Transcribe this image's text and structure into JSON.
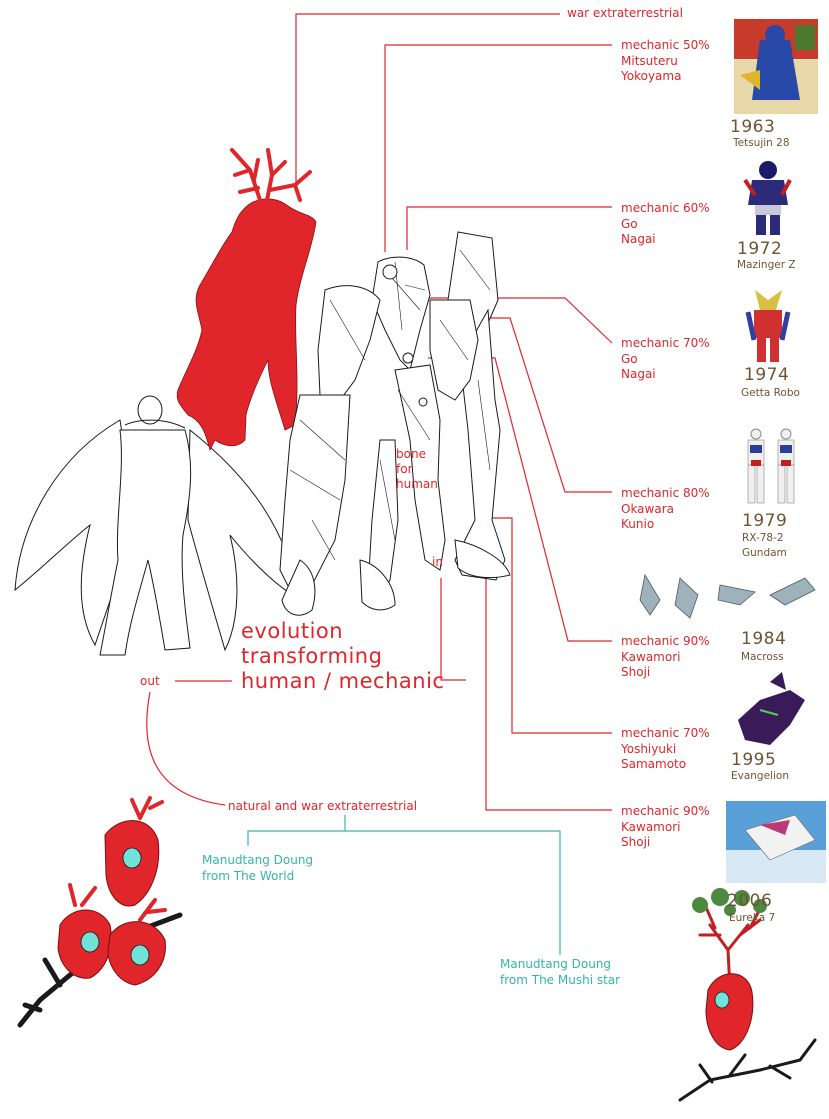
{
  "labels": {
    "war_extraterrestrial": "war extraterrestrial",
    "natural_and_war": "natural and war extraterrestrial",
    "out": "out",
    "in": "in",
    "bone_for_human": [
      "bone",
      "for",
      "human"
    ],
    "central": [
      "evolution",
      "transforming",
      "human / mechanic"
    ]
  },
  "mechanics": [
    {
      "percent": "mechanic 50%",
      "name": [
        "Mitsuteru",
        "Yokoyama"
      ]
    },
    {
      "percent": "mechanic 60%",
      "name": [
        "Go",
        "Nagai"
      ]
    },
    {
      "percent": "mechanic 70%",
      "name": [
        "Go",
        "Nagai"
      ]
    },
    {
      "percent": "mechanic 80%",
      "name": [
        "Okawara",
        "Kunio"
      ]
    },
    {
      "percent": "mechanic 90%",
      "name": [
        "Kawamori",
        "Shoji"
      ]
    },
    {
      "percent": "mechanic 70%",
      "name": [
        "Yoshiyuki",
        "Samamoto"
      ]
    },
    {
      "percent": "mechanic 90%",
      "name": [
        "Kawamori",
        "Shoji"
      ]
    }
  ],
  "timeline": [
    {
      "year": "1963",
      "title": [
        "Tetsujin 28"
      ]
    },
    {
      "year": "1972",
      "title": [
        "Mazinger Z"
      ]
    },
    {
      "year": "1974",
      "title": [
        "Getta Robo"
      ]
    },
    {
      "year": "1979",
      "title": [
        "RX-78-2",
        "Gundam"
      ]
    },
    {
      "year": "1984",
      "title": [
        "Macross"
      ]
    },
    {
      "year": "1995",
      "title": [
        "Evangelion"
      ]
    },
    {
      "year": "2006",
      "title": [
        "Eureka 7"
      ]
    }
  ],
  "manudtang": [
    {
      "lines": [
        "Manudtang Doung",
        "from The World"
      ]
    },
    {
      "lines": [
        "Manudtang Doung",
        "from The Mushi star"
      ]
    }
  ],
  "colors": {
    "accent_red": "#e0262b",
    "accent_cyan": "#37b3ad",
    "year_brown": "#6f5433",
    "line_black": "#1a1a1a"
  }
}
